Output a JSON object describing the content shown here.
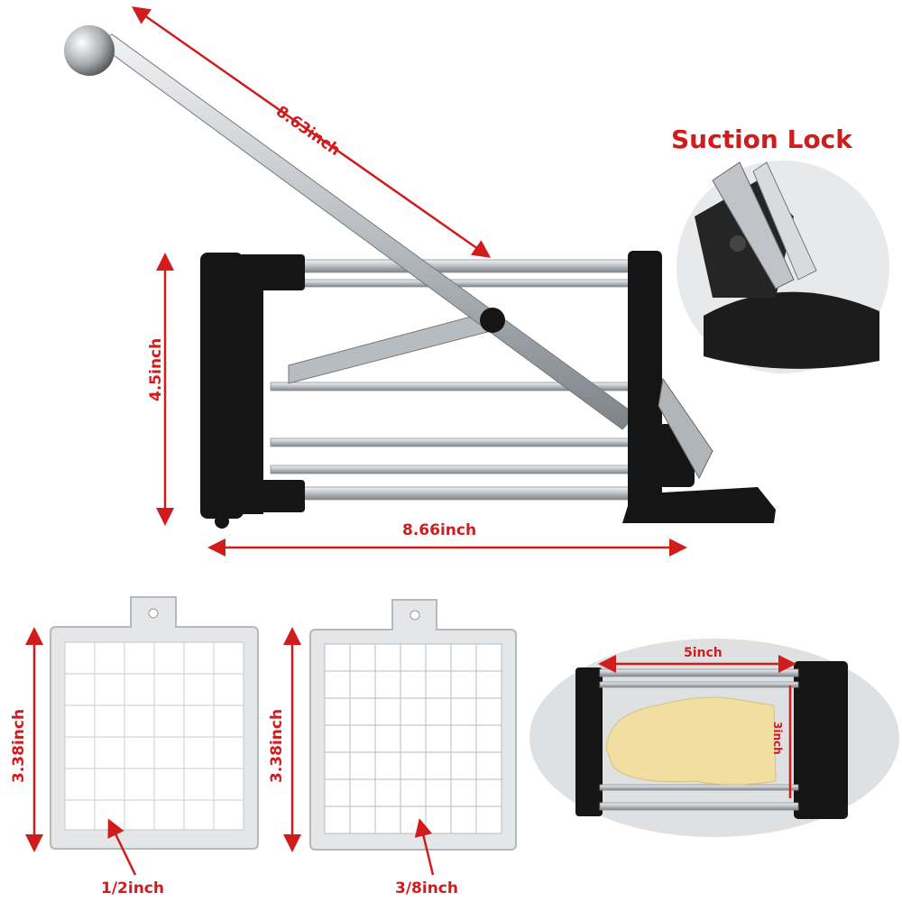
{
  "dimensions": {
    "handle_length": "8.63inch",
    "height": "4.5inch",
    "base_length": "8.66inch",
    "blade_half_inch_height": "3.38inch",
    "blade_three_eighth_height": "3.38inch",
    "blade_half_inch_size": "1/2inch",
    "blade_three_eighth_size": "3/8inch",
    "potato_chamber_length": "5inch",
    "potato_chamber_height": "3inch"
  },
  "callouts": {
    "suction_lock": "Suction Lock"
  },
  "colors": {
    "annotation": "#d01c1c",
    "frame": "#151515",
    "steel": "#c7cbcf"
  }
}
